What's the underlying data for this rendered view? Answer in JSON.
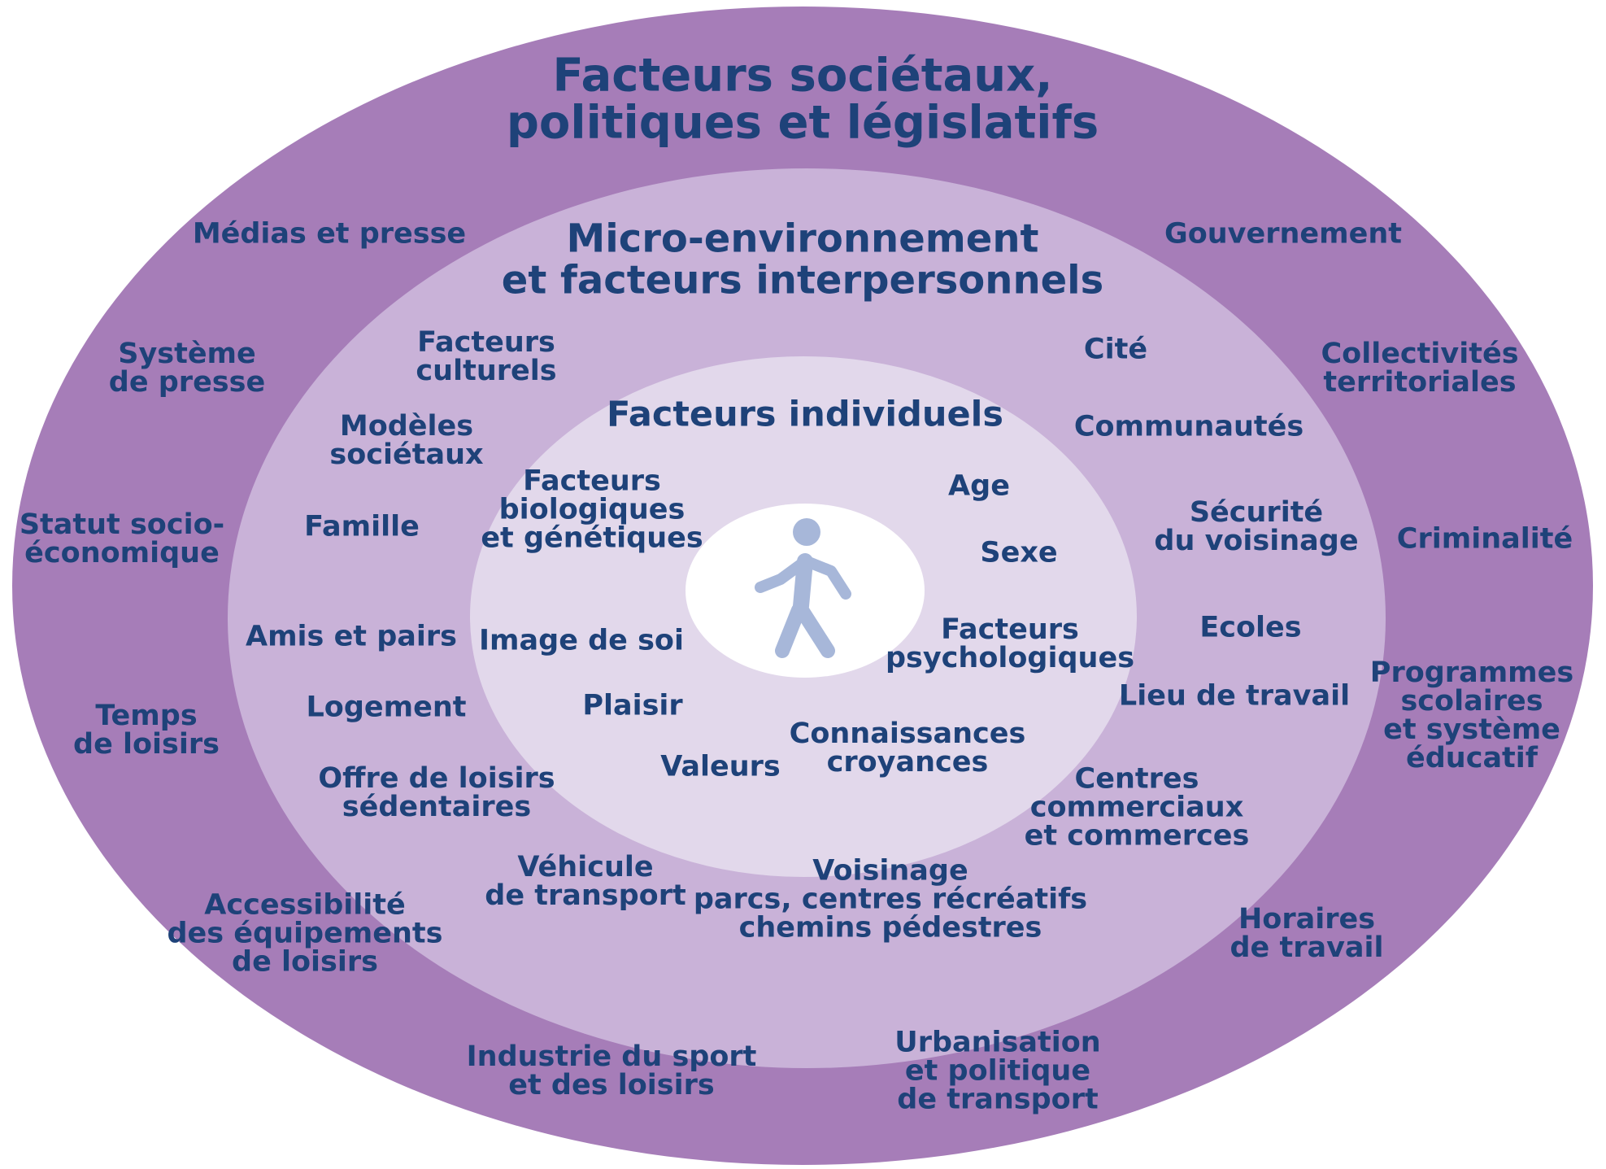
{
  "colors": {
    "outer_ring": "#a67db8",
    "middle_ring": "#c9b2d8",
    "inner_ring": "#e2d8eb",
    "core": "#ffffff",
    "figure": "#a7b7d9",
    "text": "#1e4279"
  },
  "outer": {
    "title": "Facteurs sociétaux,\npolitiques et législatifs",
    "items": [
      "Médias et presse",
      "Gouvernement",
      "Système\nde presse",
      "Collectivités\nterritoriales",
      "Statut socio-\néconomique",
      "Criminalité",
      "Temps\nde loisirs",
      "Programmes\nscolaires\net système\néducatif",
      "Accessibilité\ndes équipements\nde loisirs",
      "Horaires\nde travail",
      "Industrie du sport\net des loisirs",
      "Urbanisation\net politique\nde transport"
    ]
  },
  "middle": {
    "title": "Micro-environnement\net facteurs interpersonnels",
    "items": [
      "Facteurs\nculturels",
      "Cité",
      "Modèles\nsociétaux",
      "Communautés",
      "Famille",
      "Sécurité\ndu voisinage",
      "Amis et pairs",
      "Ecoles",
      "Logement",
      "Lieu de travail",
      "Offre de loisirs\nsédentaires",
      "Centres\ncommerciaux\net commerces",
      "Véhicule\nde transport",
      "Voisinage\nparcs, centres récréatifs\nchemins pédestres"
    ]
  },
  "inner": {
    "title": "Facteurs individuels",
    "items": [
      "Facteurs\nbiologiques\net génétiques",
      "Age",
      "Sexe",
      "Image de soi",
      "Facteurs\npsychologiques",
      "Plaisir",
      "Valeurs",
      "Connaissances\ncroyances"
    ]
  },
  "core": {
    "icon": "walking-person-icon"
  }
}
